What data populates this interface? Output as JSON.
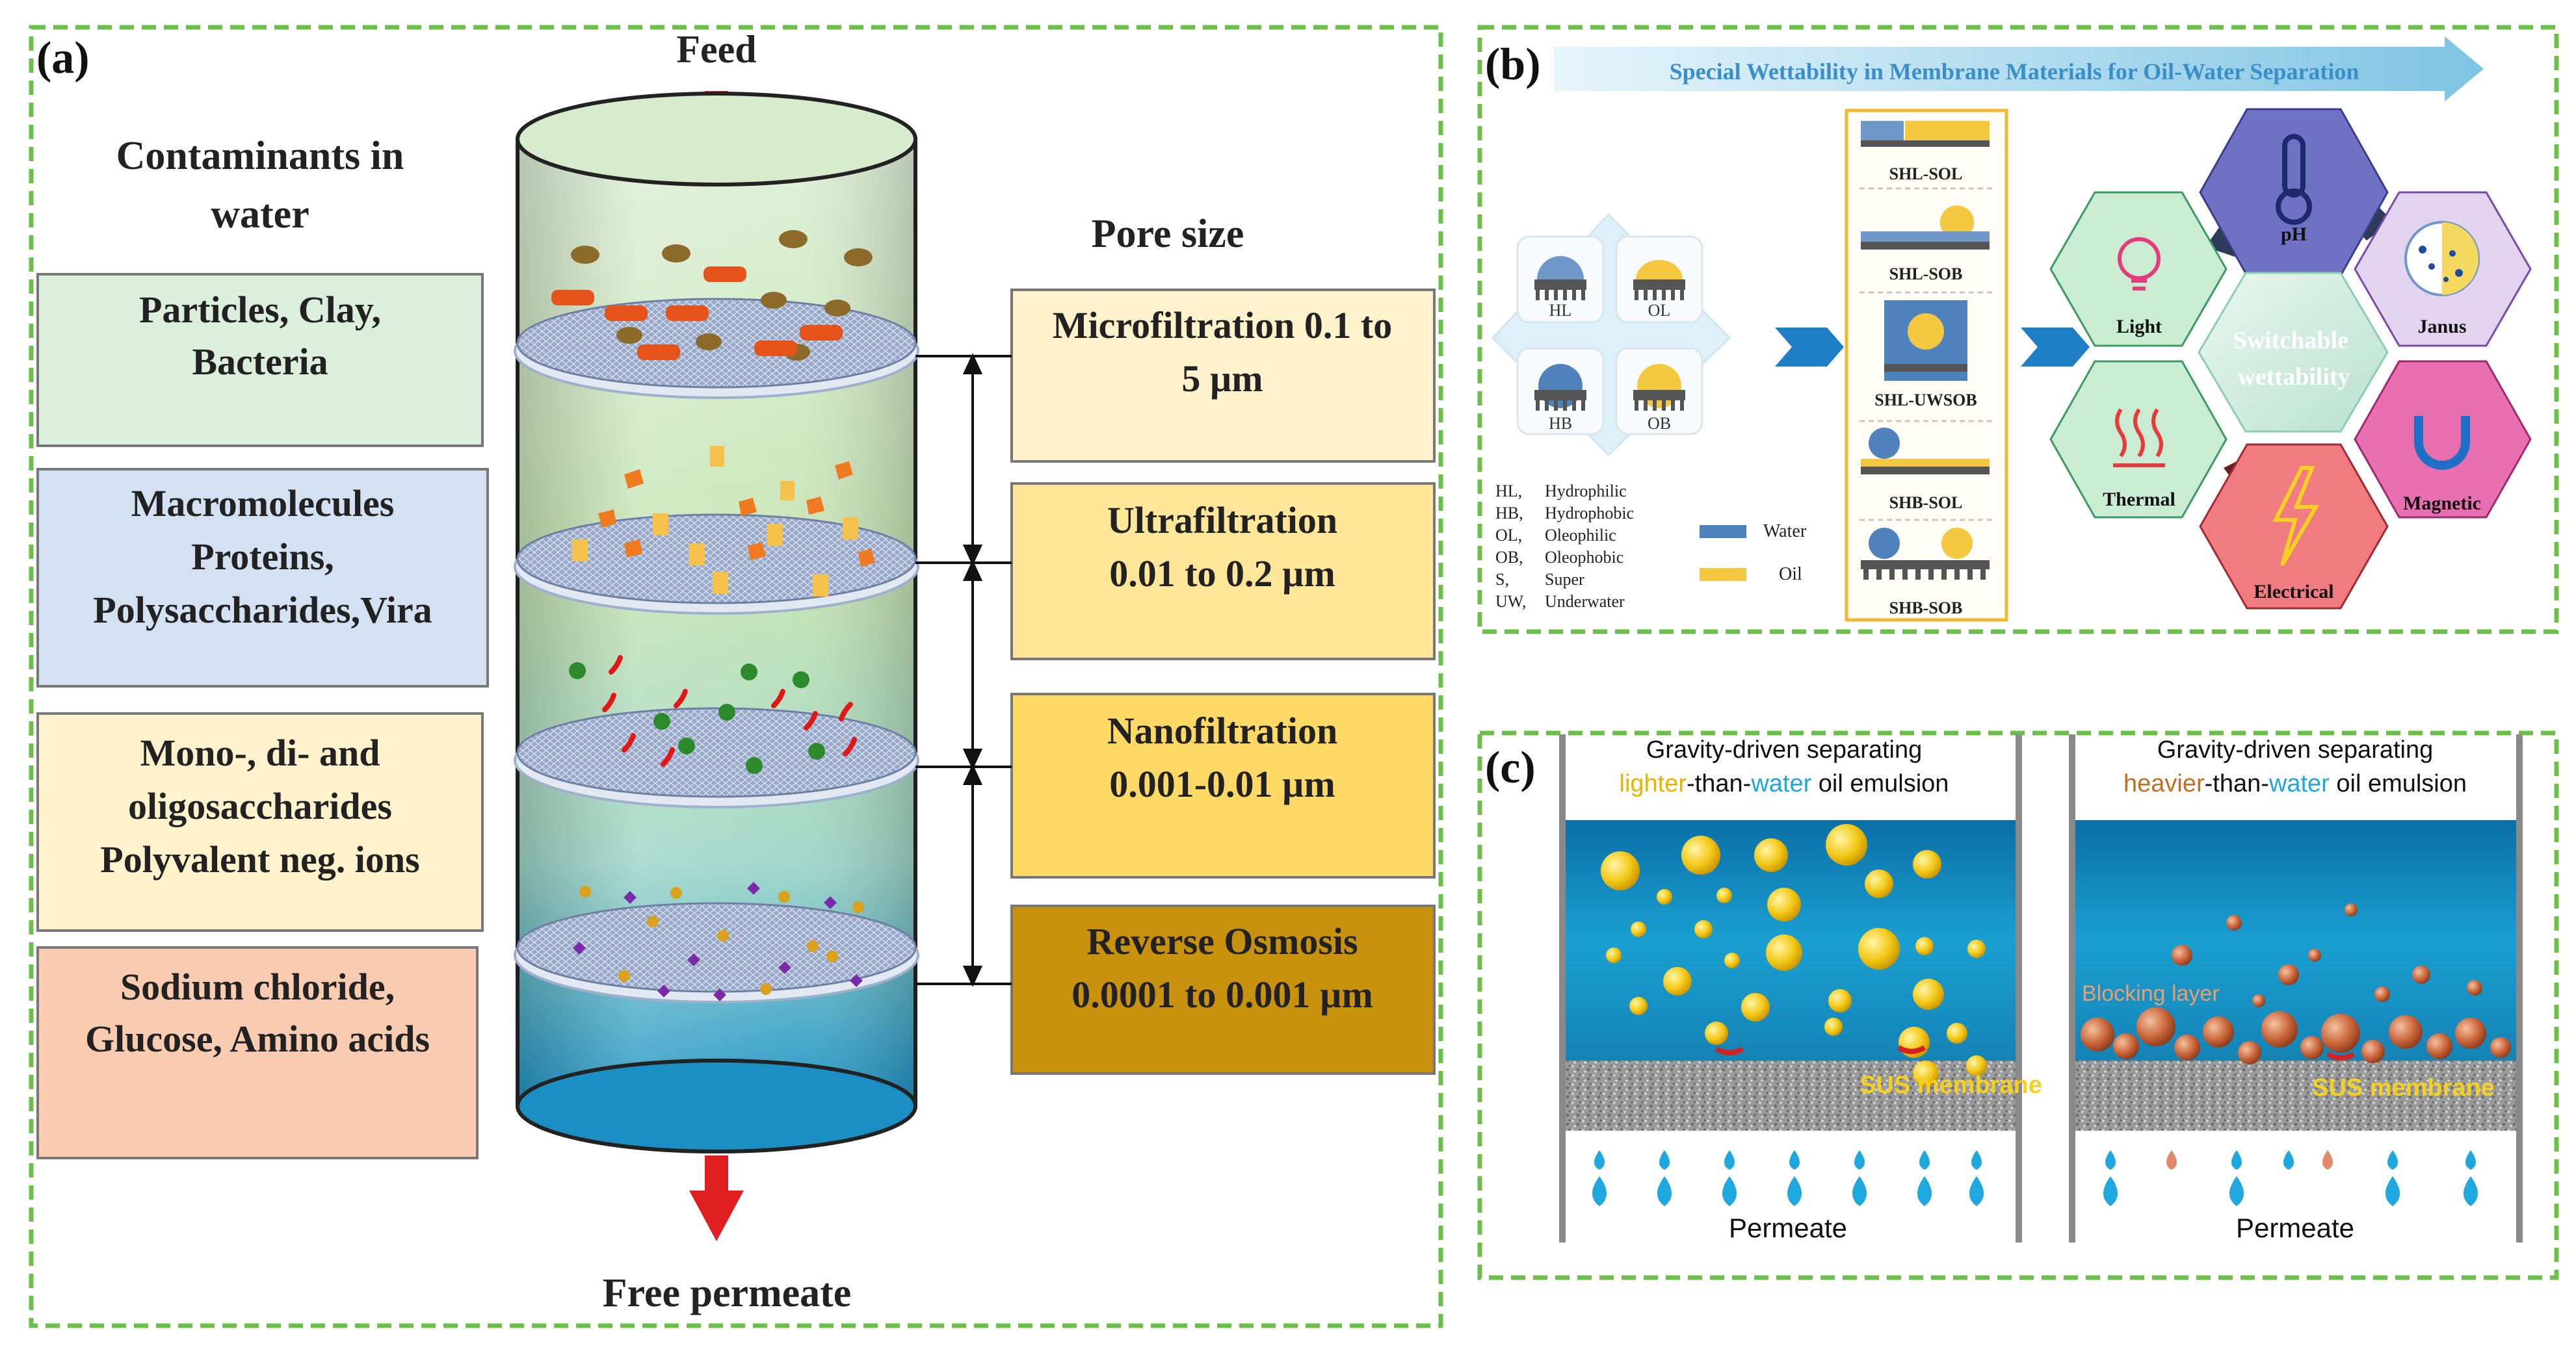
{
  "panel_a": {
    "label": "(a)",
    "feed": "Feed",
    "free_permeate": "Free permeate",
    "contaminants_title_1": "Contaminants  in",
    "contaminants_title_2": "water",
    "pore_title": "Pore size",
    "contaminants": [
      {
        "line1": "Particles, Clay,",
        "line2": "Bacteria",
        "line3": ""
      },
      {
        "line1": "Macromolecules",
        "line2": "Proteins,",
        "line3": "Polysaccharides,Vira"
      },
      {
        "line1": "Mono-, di- and",
        "line2": "oligosaccharides",
        "line3": "Polyvalent neg. ions"
      },
      {
        "line1": "Sodium chloride,",
        "line2": "Glucose, Amino acids",
        "line3": ""
      }
    ],
    "pores": [
      {
        "line1": "Microfiltration 0.1 to",
        "line2": "5 µm"
      },
      {
        "line1": "Ultrafiltration",
        "line2": "0.01 to 0.2 µm"
      },
      {
        "line1": "Nanofiltration",
        "line2": "0.001-0.01 µm"
      },
      {
        "line1": "Reverse Osmosis",
        "line2": "0.0001 to 0.001 µm"
      }
    ],
    "colors": {
      "border": "#6cbf4a",
      "contam_fills": [
        "#dcefdc",
        "#d3e1f2",
        "#fff2cc",
        "#f9cbb0"
      ],
      "pore_fills": [
        "#fff2cc",
        "#ffe699",
        "#ffd966",
        "#c9920e"
      ],
      "arrow": "#e02020"
    }
  },
  "panel_b": {
    "label": "(b)",
    "banner": "Special Wettability in Membrane Materials for Oil-Water Separation",
    "tiles": [
      "HL",
      "OL",
      "HB",
      "OB"
    ],
    "legend_abbr": [
      {
        "abbr": "HL,",
        "full": "Hydrophilic"
      },
      {
        "abbr": "HB,",
        "full": "Hydrophobic"
      },
      {
        "abbr": "OL,",
        "full": "Oleophilic"
      },
      {
        "abbr": "OB,",
        "full": "Oleophobic"
      },
      {
        "abbr": "S,",
        "full": "Super"
      },
      {
        "abbr": "UW,",
        "full": "Underwater"
      }
    ],
    "legend_water": "Water",
    "legend_oil": "Oil",
    "states": [
      "SHL-SOL",
      "SHL-SOB",
      "SHL-UWSOB",
      "SHB-SOL",
      "SHB-SOB"
    ],
    "hexes": {
      "center": "Switchable wettability",
      "ph": "pH",
      "light": "Light",
      "janus": "Janus",
      "thermal": "Thermal",
      "magnetic": "Magnetic",
      "electrical": "Electrical"
    },
    "colors": {
      "water": "#4f81bd",
      "oil": "#f5c842",
      "banner": "#8ecde6"
    }
  },
  "panel_c": {
    "label": "(c)",
    "left_title_1": "Gravity-driven separating",
    "left_title_2a": "lighter",
    "left_title_2b": "-than-",
    "left_title_2c": "water",
    "left_title_2d": " oil emulsion",
    "right_title_1": "Gravity-driven separating",
    "right_title_2a": "heavier",
    "right_title_2b": "-than-",
    "right_title_2c": "water",
    "right_title_2d": " oil emulsion",
    "membrane_label": "SUS membrane",
    "blocking_label": "Blocking layer",
    "permeate": "Permeate",
    "colors": {
      "lighter": "#e8b400",
      "heavier": "#c07020",
      "water": "#1fa8e0"
    }
  }
}
